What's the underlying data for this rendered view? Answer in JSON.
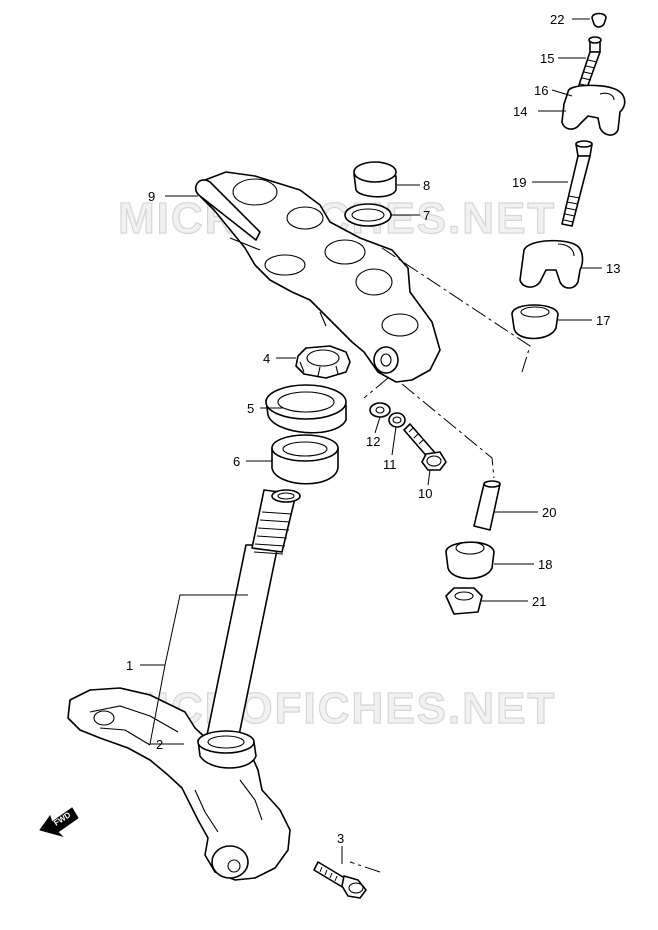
{
  "watermark": "MICROFICHES.NET",
  "fwd_label": "FWD",
  "callouts": {
    "p1": "1",
    "p2": "2",
    "p3": "3",
    "p4": "4",
    "p5": "5",
    "p6": "6",
    "p7": "7",
    "p8": "8",
    "p9": "9",
    "p10": "10",
    "p11": "11",
    "p12": "12",
    "p13": "13",
    "p14": "14",
    "p15": "15",
    "p16": "16",
    "p17": "17",
    "p18": "18",
    "p19": "19",
    "p20": "20",
    "p21": "21",
    "p22": "22"
  },
  "icons": {
    "forward_arrow": "fwd-arrow-icon"
  }
}
